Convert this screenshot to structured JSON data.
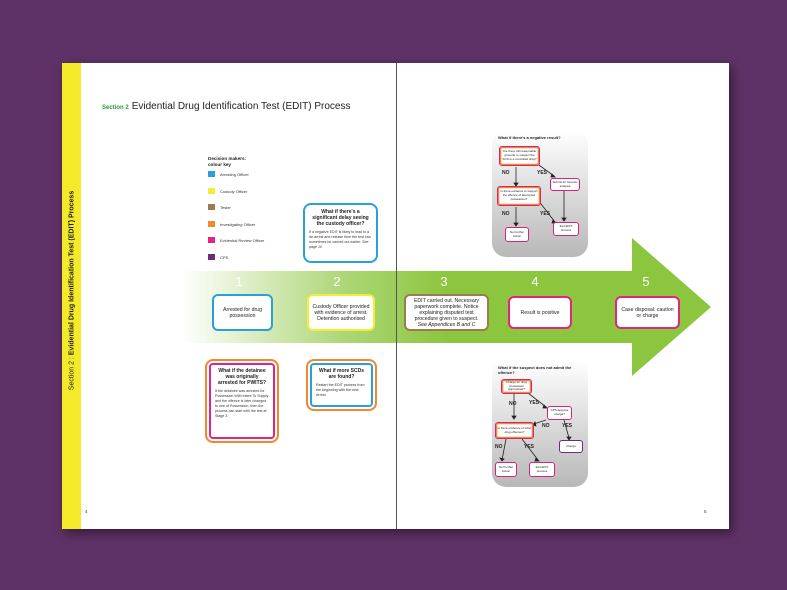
{
  "sidebar": {
    "section": "Section 2 :",
    "title": "Evidential Drug Identification Test (EDIT) Process"
  },
  "header": {
    "section": "Section 2",
    "title": "Evidential Drug Identification Test (EDIT) Process"
  },
  "key": {
    "title": "Decision makers: colour key",
    "items": [
      {
        "label": "Arresting Officer",
        "color": "#2a9fd8"
      },
      {
        "label": "Custody Officer",
        "color": "#f3ec38"
      },
      {
        "label": "Tester",
        "color": "#9b7b4f"
      },
      {
        "label": "Investigating Officer",
        "color": "#f18a2e"
      },
      {
        "label": "Evidential Review Officer",
        "color": "#e2257e"
      },
      {
        "label": "CPS",
        "color": "#6b2c7a"
      }
    ]
  },
  "steps": [
    {
      "num": "1",
      "text": "Arrested for drug possession"
    },
    {
      "num": "2",
      "text": "Custody Officer provided with evidence of arrest. Detention authorised"
    },
    {
      "num": "3",
      "text": "EDIT carried out. Necessary paperwork complete. Notice explaining disputed test procedure given to suspect.",
      "ref": "See Appendices B and C"
    },
    {
      "num": "4",
      "text": "Result is positive"
    },
    {
      "num": "5",
      "text": "Case disposal: caution or charge"
    }
  ],
  "callout_delay": {
    "title": "What if there's a significant delay seeing the custody officer?",
    "body": "If a negative EDIT is likely to lead to a de-arrest and release then the test can sometimes be carried out earlier.",
    "ref": "See page 10"
  },
  "callout_pwits": {
    "title": "What if the detainee was originally arrested for PWITS?",
    "body": "If the detainee was arrested for Possession With Intent To Supply and the offence is later changed to one of Possession, then the process can start with the test at Stage 3"
  },
  "callout_scd": {
    "title": "What if more SCDs are found?",
    "body": "Restart the EDIT process from the beginning with the new Arrest"
  },
  "negative": {
    "title": "What if there's a negative result?",
    "q1": "Are there still reasonable grounds to suspect the SCD is a controlled drug?",
    "q2": "Is there evidence to support the offence of attempted possession?",
    "forensic": "Submit for forensic analysis",
    "exit": "Exit EDIT process",
    "nfa": "No Further Action",
    "no1": "NO",
    "yes1": "YES",
    "no2": "NO",
    "yes2": "YES"
  },
  "admit": {
    "title": "What if the suspect does not admit the offence?",
    "q1": "Charge for drug possession appropriate?",
    "q2": "CPS approve charge?",
    "q3": "Is there evidence of other drug offences?",
    "charge": "Charge",
    "nfa": "No Further Action",
    "exit": "Exit EDIT process",
    "no1": "NO",
    "yes1": "YES",
    "no2": "NO",
    "yes2": "YES",
    "no3": "NO",
    "yes3": "YES"
  },
  "page_left": "4",
  "page_right": "5",
  "colors": {
    "background": "#5e3266",
    "arrow": "#8cc63f",
    "sidebar": "#f5ea2a"
  }
}
